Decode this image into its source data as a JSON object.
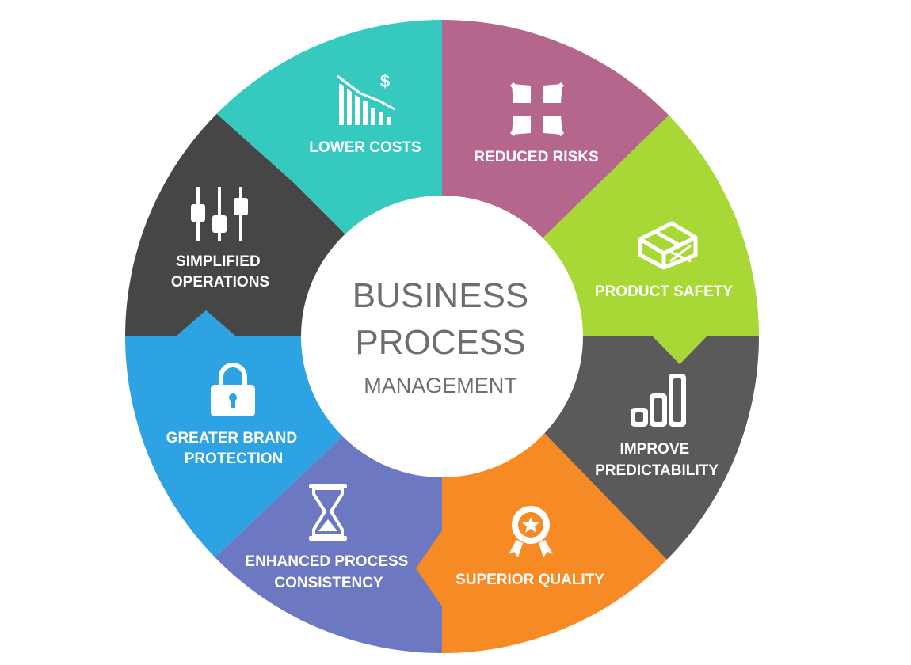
{
  "center": {
    "line1": "BUSINESS",
    "line2": "PROCESS",
    "line3": "MANAGEMENT"
  },
  "segments": [
    {
      "id": "lower-costs",
      "lines": [
        "LOWER COSTS"
      ],
      "color": "#35c9c0",
      "icon": "chart-dollar-icon"
    },
    {
      "id": "reduced-risks",
      "lines": [
        "REDUCED RISKS"
      ],
      "color": "#b5668d",
      "icon": "arrows-inward-icon"
    },
    {
      "id": "product-safety",
      "lines": [
        "PRODUCT SAFETY"
      ],
      "color": "#a8d835",
      "icon": "package-box-icon"
    },
    {
      "id": "improve-predictability",
      "lines": [
        "IMPROVE",
        "PREDICTABILITY"
      ],
      "color": "#5a5a5a",
      "icon": "bar-chart-icon"
    },
    {
      "id": "superior-quality",
      "lines": [
        "SUPERIOR QUALITY"
      ],
      "color": "#f68b25",
      "icon": "award-badge-icon"
    },
    {
      "id": "enhanced-process-consistency",
      "lines": [
        "ENHANCED PROCESS",
        "CONSISTENCY"
      ],
      "color": "#6c78c2",
      "icon": "hourglass-icon"
    },
    {
      "id": "greater-brand-protection",
      "lines": [
        "GREATER BRAND",
        "PROTECTION"
      ],
      "color": "#2ea3e3",
      "icon": "padlock-icon"
    },
    {
      "id": "simplified-operations",
      "lines": [
        "SIMPLIFIED",
        "OPERATIONS"
      ],
      "color": "#464646",
      "icon": "sliders-icon"
    }
  ],
  "colors": {
    "center_fill": "#ffffff",
    "center_text": "#6e6e6e",
    "label_text": "#ffffff"
  }
}
